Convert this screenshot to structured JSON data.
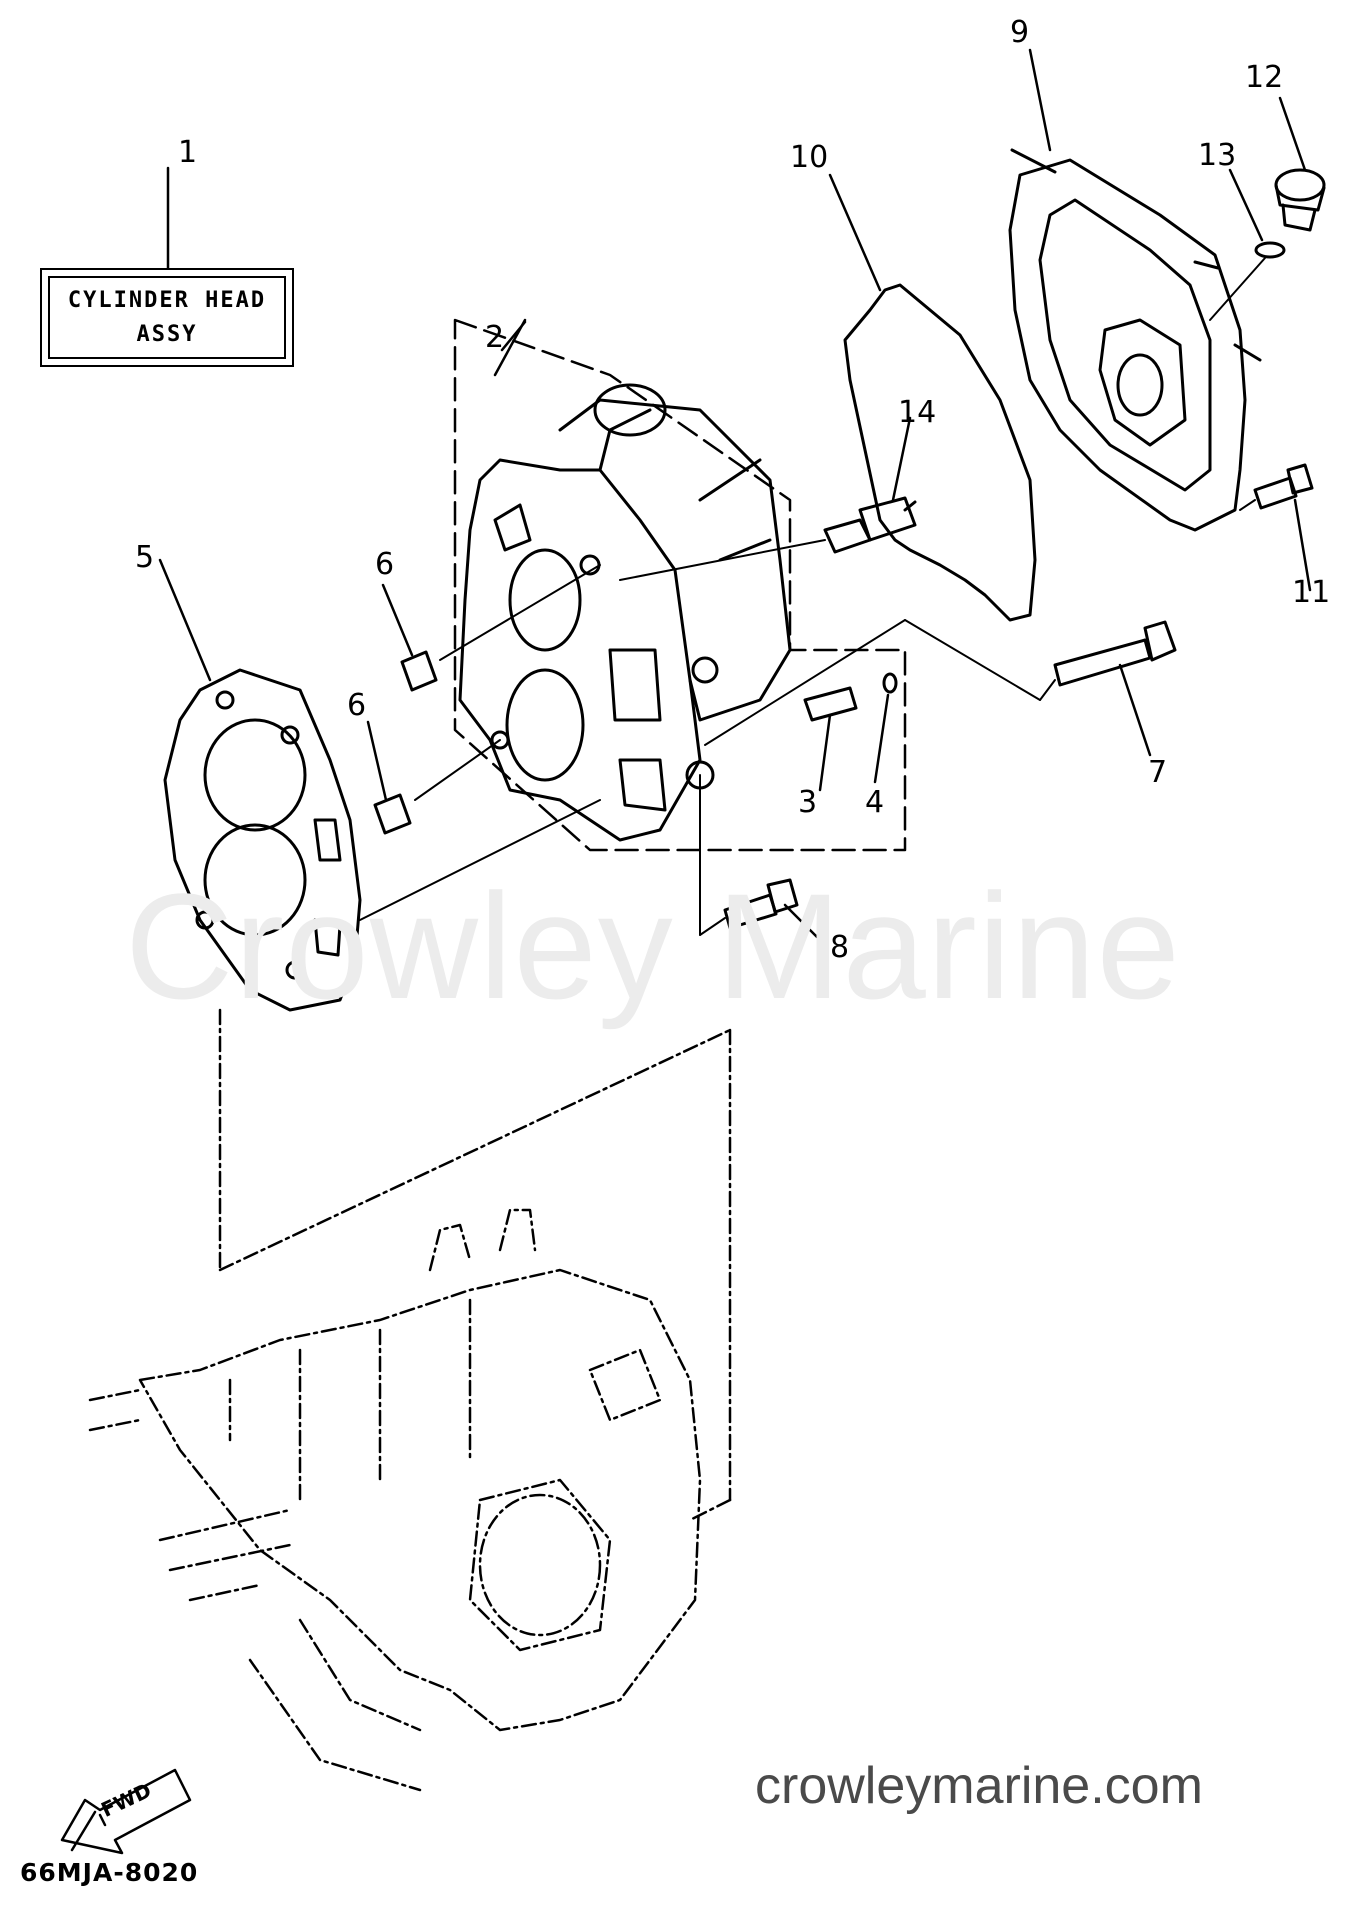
{
  "label_box": {
    "line1": "CYLINDER HEAD",
    "line2": "ASSY"
  },
  "callouts": {
    "p1": "1",
    "p2": "2",
    "p3": "3",
    "p4": "4",
    "p5": "5",
    "p6a": "6",
    "p6b": "6",
    "p7": "7",
    "p8": "8",
    "p9": "9",
    "p10": "10",
    "p11": "11",
    "p12": "12",
    "p13": "13",
    "p14": "14"
  },
  "fwd_label": "FWD",
  "watermark": "Crowley Marine",
  "site_text": "crowleymarine.com",
  "diagram_code": "66MJA-8020",
  "icons": [
    "fwd-arrow-icon"
  ]
}
